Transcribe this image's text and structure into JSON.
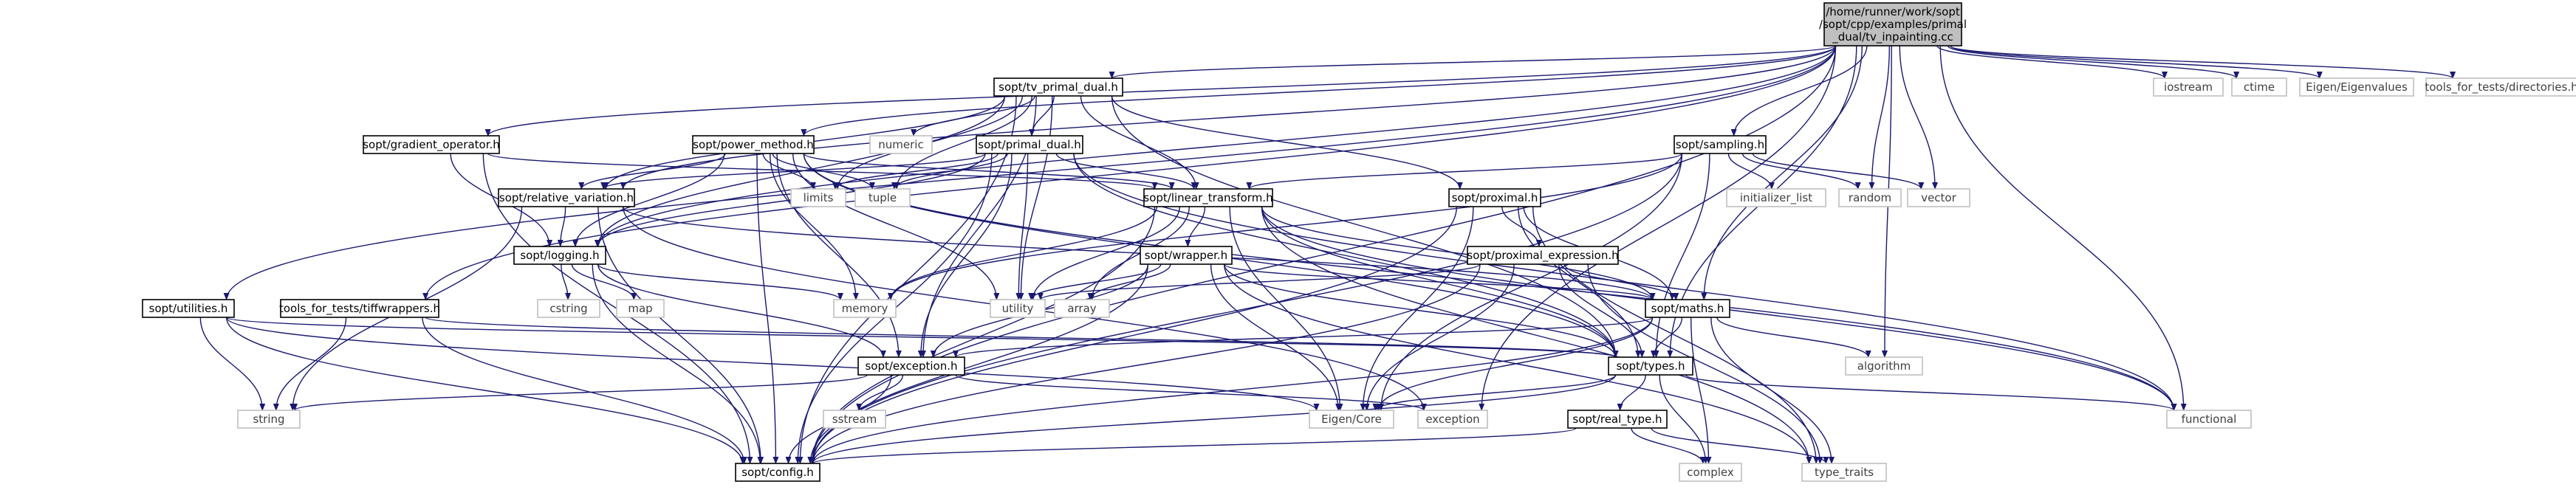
{
  "colors": {
    "edge": "#191970",
    "root_fill": "#bfbfbf",
    "file_border": "#000000",
    "external_border": "#bfbfbf",
    "external_text": "#404040",
    "file_text": "#000000"
  },
  "root": {
    "label_lines": [
      "/home/runner/work/sopt",
      "/sopt/cpp/examples/primal",
      "_dual/tv_inpainting.cc"
    ]
  },
  "nodes": [
    {
      "id": "tv_primal_dual",
      "label": "sopt/tv_primal_dual.h",
      "kind": "file"
    },
    {
      "id": "gradient_operator",
      "label": "sopt/gradient_operator.h",
      "kind": "file"
    },
    {
      "id": "power_method",
      "label": "sopt/power_method.h",
      "kind": "file"
    },
    {
      "id": "primal_dual",
      "label": "sopt/primal_dual.h",
      "kind": "file"
    },
    {
      "id": "sampling",
      "label": "sopt/sampling.h",
      "kind": "file"
    },
    {
      "id": "linear_transform",
      "label": "sopt/linear_transform.h",
      "kind": "file"
    },
    {
      "id": "relative_variation",
      "label": "sopt/relative_variation.h",
      "kind": "file"
    },
    {
      "id": "proximal",
      "label": "sopt/proximal.h",
      "kind": "file"
    },
    {
      "id": "logging",
      "label": "sopt/logging.h",
      "kind": "file"
    },
    {
      "id": "wrapper",
      "label": "sopt/wrapper.h",
      "kind": "file"
    },
    {
      "id": "proximal_expression",
      "label": "sopt/proximal_expression.h",
      "kind": "file"
    },
    {
      "id": "utilities",
      "label": "sopt/utilities.h",
      "kind": "file"
    },
    {
      "id": "tiffwrappers",
      "label": "tools_for_tests/tiffwrappers.h",
      "kind": "file"
    },
    {
      "id": "maths",
      "label": "sopt/maths.h",
      "kind": "file"
    },
    {
      "id": "exception",
      "label": "sopt/exception.h",
      "kind": "file"
    },
    {
      "id": "types",
      "label": "sopt/types.h",
      "kind": "file"
    },
    {
      "id": "real_type",
      "label": "sopt/real_type.h",
      "kind": "file"
    },
    {
      "id": "config",
      "label": "sopt/config.h",
      "kind": "file"
    },
    {
      "id": "iostream",
      "label": "iostream",
      "kind": "external"
    },
    {
      "id": "ctime",
      "label": "ctime",
      "kind": "external"
    },
    {
      "id": "eigenvalues",
      "label": "Eigen/Eigenvalues",
      "kind": "external"
    },
    {
      "id": "directories",
      "label": "tools_for_tests/directories.h",
      "kind": "external"
    },
    {
      "id": "numeric",
      "label": "numeric",
      "kind": "external"
    },
    {
      "id": "limits",
      "label": "limits",
      "kind": "external"
    },
    {
      "id": "tuple",
      "label": "tuple",
      "kind": "external"
    },
    {
      "id": "initializer_list",
      "label": "initializer_list",
      "kind": "external"
    },
    {
      "id": "random",
      "label": "random",
      "kind": "external"
    },
    {
      "id": "vector",
      "label": "vector",
      "kind": "external"
    },
    {
      "id": "memory",
      "label": "memory",
      "kind": "external"
    },
    {
      "id": "utility",
      "label": "utility",
      "kind": "external"
    },
    {
      "id": "array",
      "label": "array",
      "kind": "external"
    },
    {
      "id": "cstring",
      "label": "cstring",
      "kind": "external"
    },
    {
      "id": "map",
      "label": "map",
      "kind": "external"
    },
    {
      "id": "algorithm",
      "label": "algorithm",
      "kind": "external"
    },
    {
      "id": "string",
      "label": "string",
      "kind": "external"
    },
    {
      "id": "sstream",
      "label": "sstream",
      "kind": "external"
    },
    {
      "id": "eigen_core",
      "label": "Eigen/Core",
      "kind": "external"
    },
    {
      "id": "exception_std",
      "label": "exception",
      "kind": "external"
    },
    {
      "id": "functional",
      "label": "functional",
      "kind": "external"
    },
    {
      "id": "complex",
      "label": "complex",
      "kind": "external"
    },
    {
      "id": "type_traits",
      "label": "type_traits",
      "kind": "external"
    }
  ],
  "edges": [
    [
      "root",
      "tv_primal_dual"
    ],
    [
      "root",
      "gradient_operator"
    ],
    [
      "root",
      "power_method"
    ],
    [
      "root",
      "sampling"
    ],
    [
      "root",
      "relative_variation"
    ],
    [
      "root",
      "logging"
    ],
    [
      "root",
      "utilities"
    ],
    [
      "root",
      "tiffwrappers"
    ],
    [
      "root",
      "maths"
    ],
    [
      "root",
      "types"
    ],
    [
      "root",
      "config"
    ],
    [
      "root",
      "iostream"
    ],
    [
      "root",
      "ctime"
    ],
    [
      "root",
      "eigenvalues"
    ],
    [
      "root",
      "directories"
    ],
    [
      "root",
      "random"
    ],
    [
      "root",
      "vector"
    ],
    [
      "root",
      "algorithm"
    ],
    [
      "root",
      "exception_std"
    ],
    [
      "root",
      "functional"
    ],
    [
      "tv_primal_dual",
      "numeric"
    ],
    [
      "tv_primal_dual",
      "limits"
    ],
    [
      "tv_primal_dual",
      "tuple"
    ],
    [
      "tv_primal_dual",
      "primal_dual"
    ],
    [
      "tv_primal_dual",
      "linear_transform"
    ],
    [
      "tv_primal_dual",
      "relative_variation"
    ],
    [
      "tv_primal_dual",
      "proximal"
    ],
    [
      "tv_primal_dual",
      "logging"
    ],
    [
      "tv_primal_dual",
      "exception"
    ],
    [
      "tv_primal_dual",
      "types"
    ],
    [
      "tv_primal_dual",
      "config"
    ],
    [
      "tv_primal_dual",
      "utility"
    ],
    [
      "gradient_operator",
      "linear_transform"
    ],
    [
      "gradient_operator",
      "logging"
    ],
    [
      "gradient_operator",
      "config"
    ],
    [
      "power_method",
      "limits"
    ],
    [
      "power_method",
      "tuple"
    ],
    [
      "power_method",
      "linear_transform"
    ],
    [
      "power_method",
      "relative_variation"
    ],
    [
      "power_method",
      "logging"
    ],
    [
      "power_method",
      "exception"
    ],
    [
      "power_method",
      "types"
    ],
    [
      "power_method",
      "memory"
    ],
    [
      "power_method",
      "utility"
    ],
    [
      "power_method",
      "functional"
    ],
    [
      "power_method",
      "config"
    ],
    [
      "primal_dual",
      "limits"
    ],
    [
      "primal_dual",
      "tuple"
    ],
    [
      "primal_dual",
      "linear_transform"
    ],
    [
      "primal_dual",
      "relative_variation"
    ],
    [
      "primal_dual",
      "logging"
    ],
    [
      "primal_dual",
      "exception"
    ],
    [
      "primal_dual",
      "types"
    ],
    [
      "primal_dual",
      "utility"
    ],
    [
      "primal_dual",
      "config"
    ],
    [
      "primal_dual",
      "functional"
    ],
    [
      "sampling",
      "initializer_list"
    ],
    [
      "sampling",
      "random"
    ],
    [
      "sampling",
      "vector"
    ],
    [
      "sampling",
      "memory"
    ],
    [
      "sampling",
      "linear_transform"
    ],
    [
      "sampling",
      "types"
    ],
    [
      "sampling",
      "config"
    ],
    [
      "sampling",
      "eigen_core"
    ],
    [
      "linear_transform",
      "wrapper"
    ],
    [
      "linear_transform",
      "maths"
    ],
    [
      "linear_transform",
      "types"
    ],
    [
      "linear_transform",
      "memory"
    ],
    [
      "linear_transform",
      "utility"
    ],
    [
      "linear_transform",
      "array"
    ],
    [
      "linear_transform",
      "eigen_core"
    ],
    [
      "linear_transform",
      "config"
    ],
    [
      "linear_transform",
      "functional"
    ],
    [
      "linear_transform",
      "type_traits"
    ],
    [
      "relative_variation",
      "logging"
    ],
    [
      "relative_variation",
      "maths"
    ],
    [
      "relative_variation",
      "exception_std"
    ],
    [
      "relative_variation",
      "string"
    ],
    [
      "relative_variation",
      "config"
    ],
    [
      "proximal",
      "proximal_expression"
    ],
    [
      "proximal",
      "maths"
    ],
    [
      "proximal",
      "types"
    ],
    [
      "proximal",
      "eigen_core"
    ],
    [
      "proximal",
      "config"
    ],
    [
      "proximal",
      "type_traits"
    ],
    [
      "logging",
      "cstring"
    ],
    [
      "logging",
      "map"
    ],
    [
      "logging",
      "memory"
    ],
    [
      "logging",
      "exception"
    ],
    [
      "logging",
      "config"
    ],
    [
      "wrapper",
      "maths"
    ],
    [
      "wrapper",
      "types"
    ],
    [
      "wrapper",
      "utility"
    ],
    [
      "wrapper",
      "array"
    ],
    [
      "wrapper",
      "exception"
    ],
    [
      "wrapper",
      "eigen_core"
    ],
    [
      "wrapper",
      "type_traits"
    ],
    [
      "wrapper",
      "config"
    ],
    [
      "proximal_expression",
      "maths"
    ],
    [
      "proximal_expression",
      "types"
    ],
    [
      "proximal_expression",
      "utility"
    ],
    [
      "proximal_expression",
      "eigen_core"
    ],
    [
      "proximal_expression",
      "type_traits"
    ],
    [
      "proximal_expression",
      "config"
    ],
    [
      "utilities",
      "types"
    ],
    [
      "utilities",
      "string"
    ],
    [
      "utilities",
      "eigen_core"
    ],
    [
      "utilities",
      "config"
    ],
    [
      "tiffwrappers",
      "types"
    ],
    [
      "tiffwrappers",
      "string"
    ],
    [
      "tiffwrappers",
      "config"
    ],
    [
      "maths",
      "exception"
    ],
    [
      "maths",
      "types"
    ],
    [
      "maths",
      "algorithm"
    ],
    [
      "maths",
      "complex"
    ],
    [
      "maths",
      "type_traits"
    ],
    [
      "maths",
      "eigen_core"
    ],
    [
      "maths",
      "config"
    ],
    [
      "exception",
      "exception_std"
    ],
    [
      "exception",
      "sstream"
    ],
    [
      "exception",
      "string"
    ],
    [
      "exception",
      "config"
    ],
    [
      "types",
      "real_type"
    ],
    [
      "types",
      "eigen_core"
    ],
    [
      "types",
      "complex"
    ],
    [
      "types",
      "functional"
    ],
    [
      "types",
      "config"
    ],
    [
      "real_type",
      "type_traits"
    ],
    [
      "real_type",
      "complex"
    ],
    [
      "real_type",
      "config"
    ]
  ]
}
